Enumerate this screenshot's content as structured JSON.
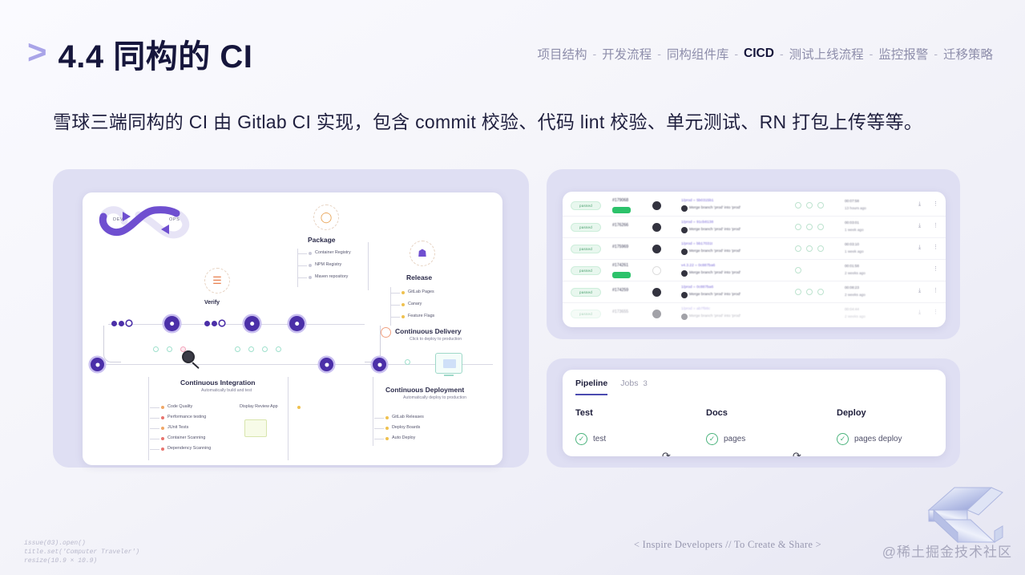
{
  "slide": {
    "chevron": ">",
    "title": "4.4 同构的 CI",
    "subtitle": "雪球三端同构的 CI 由 Gitlab CI 实现，包含 commit 校验、代码 lint 校验、单元测试、RN 打包上传等等。",
    "accent_color": "#4b2fa8",
    "panel_color": "#dfdff3",
    "background_color": "#f5f5fa"
  },
  "breadcrumb": {
    "separator": "-",
    "items": [
      {
        "label": "项目结构",
        "active": false
      },
      {
        "label": "开发流程",
        "active": false
      },
      {
        "label": "同构组件库",
        "active": false
      },
      {
        "label": "CICD",
        "active": true
      },
      {
        "label": "测试上线流程",
        "active": false
      },
      {
        "label": "监控报警",
        "active": false
      },
      {
        "label": "迁移策略",
        "active": false
      }
    ]
  },
  "devops_diagram": {
    "loop": {
      "left_label": "DEV",
      "right_label": "OPS"
    },
    "stages": [
      {
        "name": "Verify",
        "icon": "verify-icon"
      },
      {
        "name": "Package",
        "icon": "package-icon",
        "items": [
          "Container Registry",
          "NPM Registry",
          "Maven repository"
        ]
      },
      {
        "name": "Release",
        "icon": "release-icon",
        "items": [
          "GitLab Pages",
          "Canary",
          "Feature Flags"
        ]
      }
    ],
    "continuous_integration": {
      "title": "Continuous Integration",
      "subtitle": "Automatically build and test",
      "items": [
        "Code Quality",
        "Performance testing",
        "JUnit Tests",
        "Container Scanning",
        "Dependency Scanning"
      ],
      "side_item": "Display Review App"
    },
    "continuous_delivery": {
      "title": "Continuous Delivery",
      "subtitle": "Click to deploy to production"
    },
    "continuous_deployment": {
      "title": "Continuous Deployment",
      "subtitle": "Automatically deploy to production",
      "items": [
        "GitLab Releases",
        "Deploy Boards",
        "Auto Deploy"
      ]
    }
  },
  "pipeline_list": {
    "rows": [
      {
        "status": "passed",
        "id": "#179068",
        "tag": "latest",
        "ref": "1/prod = 5b0315b1",
        "message": "Merge branch 'prod' into 'prod'",
        "duration": "00:07:58",
        "ago": "13 hours ago",
        "stages": 3,
        "has_download": true
      },
      {
        "status": "passed",
        "id": "#176266",
        "tag": "",
        "ref": "1/prod = 91cb8138",
        "message": "Merge branch 'prod' into 'prod'",
        "duration": "00:03:01",
        "ago": "1 week ago",
        "stages": 3,
        "has_download": true
      },
      {
        "status": "passed",
        "id": "#175969",
        "tag": "",
        "ref": "1/prod = bb17031t",
        "message": "Merge branch 'prod' into 'prod'",
        "duration": "00:03:10",
        "ago": "1 week ago",
        "stages": 3,
        "has_download": true
      },
      {
        "status": "passed",
        "id": "#174261",
        "tag": "latest",
        "ref": "v4.3.22 = 0c887ba6",
        "message": "Merge branch 'prod' into 'prod'",
        "duration": "00:01:58",
        "ago": "2 weeks ago",
        "stages": 1,
        "has_download": false
      },
      {
        "status": "passed",
        "id": "#174259",
        "tag": "",
        "ref": "1/prod = 0c887ba6",
        "message": "Merge branch 'prod' into 'prod'",
        "duration": "00:08:23",
        "ago": "2 weeks ago",
        "stages": 3,
        "has_download": true
      },
      {
        "status": "passed",
        "id": "#173655",
        "tag": "",
        "ref": "1/prod = ab7f98c",
        "message": "Merge branch 'prod' into 'prod'",
        "duration": "00:04:44",
        "ago": "2 weeks ago",
        "stages": 3,
        "has_download": true
      }
    ],
    "status_label": "passed"
  },
  "pipeline_graph": {
    "tabs": [
      {
        "label": "Pipeline",
        "active": true
      },
      {
        "label": "Jobs",
        "active": false,
        "count": "3"
      }
    ],
    "stages": [
      {
        "name": "Test",
        "jobs": [
          {
            "name": "test",
            "status": "success"
          }
        ]
      },
      {
        "name": "Docs",
        "jobs": [
          {
            "name": "pages",
            "status": "success"
          }
        ]
      },
      {
        "name": "Deploy",
        "jobs": [
          {
            "name": "pages deploy",
            "status": "success"
          }
        ]
      }
    ],
    "check_glyph": "✓",
    "link_glyph": "⟳"
  },
  "footer": {
    "code_lines": [
      "issue(03).open()",
      "title.set('Computer Traveler')",
      "resize(10.9 × 10.9)"
    ],
    "tagline": "< Inspire Developers  //  To Create & Share >",
    "watermark": "@稀土掘金技术社区"
  }
}
